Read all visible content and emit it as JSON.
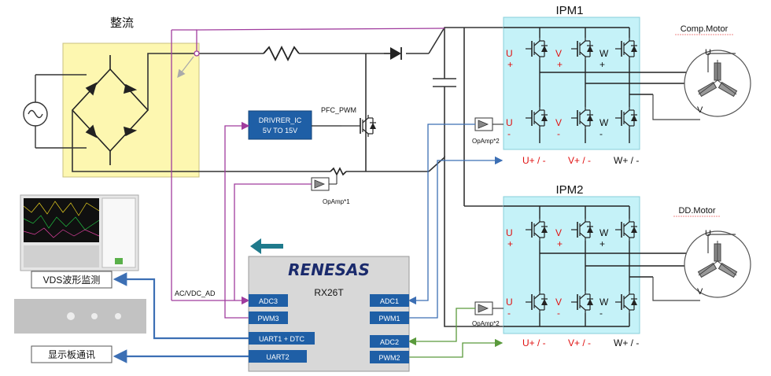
{
  "labels": {
    "rectifier": "整流",
    "ipm1": "IPM1",
    "ipm2": "IPM2",
    "comp_motor": "Comp.Motor",
    "dd_motor": "DD.Motor",
    "pfc_pwm": "PFC_PWM",
    "driver_line1": "DRIVRER_IC",
    "driver_line2": "5V TO 15V",
    "opamp_x1": "OpAmp*1",
    "opamp_x2_top": "OpAmp*2",
    "opamp_x2_bottom": "OpAmp*2",
    "ac_vdc_ad": "AC/VDC_AD",
    "renesas": "RENESAS",
    "mcu": "RX26T",
    "vds_monitor": "VDS波形监测",
    "display_comm": "显示板通讯"
  },
  "mcu_pins": {
    "adc3": "ADC3",
    "pwm3": "PWM3",
    "uart1": "UART1 + DTC",
    "uart2": "UART2",
    "adc1": "ADC1",
    "pwm1": "PWM1",
    "adc2": "ADC2",
    "pwm2": "PWM2"
  },
  "ipm_markers": {
    "u": "U",
    "v": "V",
    "w": "W",
    "plus": "+",
    "minus": "-"
  },
  "phase_labels": {
    "u": "U+ / -",
    "v": "V+ / -",
    "w": "W+ / -"
  },
  "motor_phases": {
    "u": "U",
    "v": "V"
  },
  "colors": {
    "rectifier_fill": "#fdf7b0",
    "ipm_fill": "#c5f2f8",
    "driver_fill": "#1f5fa6",
    "mcu_fill": "#d8d8d8",
    "pin_fill": "#1f5fa6",
    "purple_wire": "#a03c9e",
    "blue_wire": "#3c6fb4",
    "green_wire": "#5a9a3c",
    "marker_red": "#e01010",
    "arrow_teal": "#1f7a8c"
  }
}
